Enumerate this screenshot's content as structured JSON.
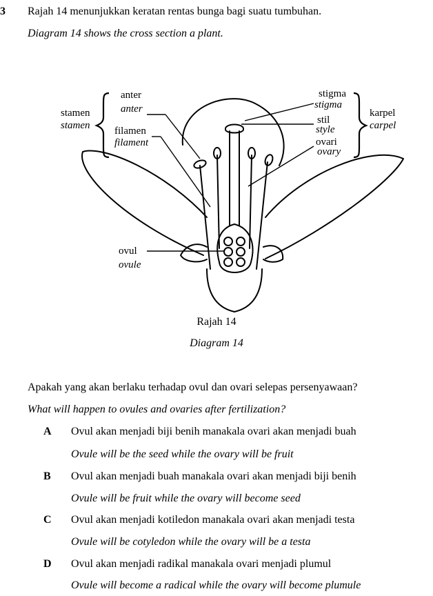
{
  "question": {
    "number": "3",
    "intro_malay": "Rajah 14 menunjukkan keratan rentas bunga bagi suatu tumbuhan.",
    "intro_english": "Diagram 14 shows the cross section a plant."
  },
  "diagram": {
    "labels": {
      "stamen_malay": "stamen",
      "stamen_english": "stamen",
      "anter_malay": "anter",
      "anter_english": "anter",
      "filamen_malay": "filamen",
      "filamen_english": "filament",
      "ovul_malay": "ovul",
      "ovul_english": "ovule",
      "stigma_malay": "stigma",
      "stigma_english": "stigma",
      "stil_malay": "stil",
      "stil_english": "style",
      "ovari_malay": "ovari",
      "ovari_english": "ovary",
      "karpel_malay": "karpel",
      "karpel_english": "carpel"
    },
    "caption_malay": "Rajah 14",
    "caption_english": "Diagram 14"
  },
  "prompt": {
    "malay": "Apakah yang akan berlaku terhadap ovul dan ovari selepas persenyawaan?",
    "english": "What will happen to ovules and ovaries after fertilization?"
  },
  "options": [
    {
      "letter": "A",
      "malay": "Ovul akan menjadi biji benih manakala ovari akan menjadi buah",
      "english": "Ovule will be the seed while the ovary will be fruit"
    },
    {
      "letter": "B",
      "malay": "Ovul akan menjadi buah manakala ovari akan menjadi biji benih",
      "english": "Ovule will be fruit while the ovary will become seed"
    },
    {
      "letter": "C",
      "malay": "Ovul akan menjadi kotiledon manakala ovari akan menjadi testa",
      "english": "Ovule will be cotyledon while the ovary will be a testa"
    },
    {
      "letter": "D",
      "malay": "Ovul akan menjadi radikal manakala ovari menjadi plumul",
      "english": "Ovule will become a radical while the ovary will become plumule"
    }
  ]
}
